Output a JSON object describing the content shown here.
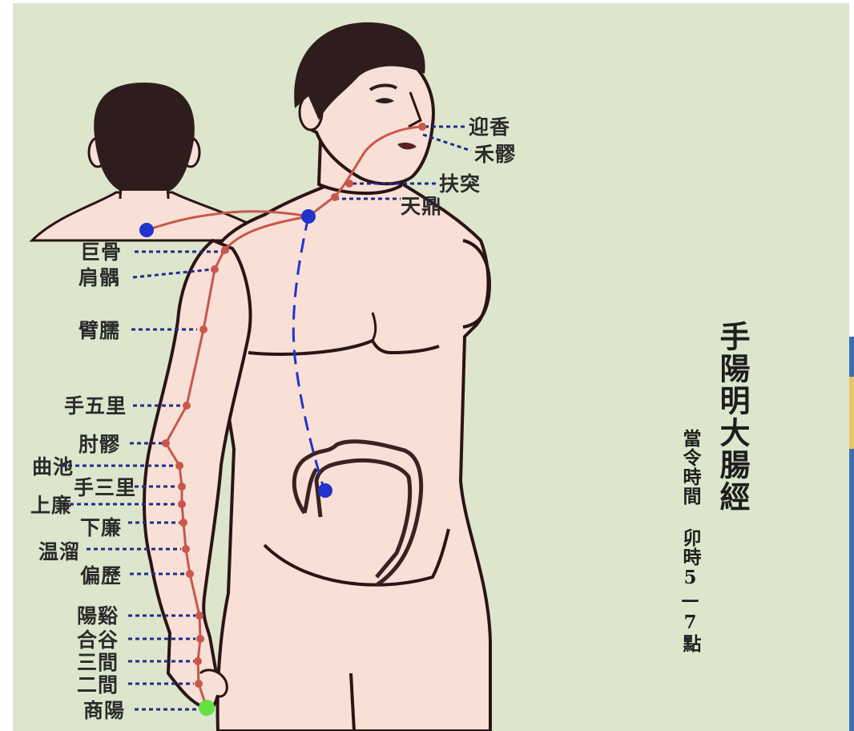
{
  "title": "手陽明大腸經",
  "subtitle": "當令時間 卯時5—7點",
  "colors": {
    "background": "#dde6cc",
    "skin": "#f8e0d6",
    "outline": "#2a1515",
    "hair": "#2d1d1d",
    "meridian": "#c9574c",
    "internal_path": "#2233cc",
    "leader_line": "#1d2c8c",
    "start_point": "#66e043",
    "frame_accent": "#3b6fb2"
  },
  "acupoints": [
    {
      "name": "迎香"
    },
    {
      "name": "禾髎"
    },
    {
      "name": "扶突"
    },
    {
      "name": "天鼎"
    },
    {
      "name": "巨骨"
    },
    {
      "name": "肩髃"
    },
    {
      "name": "臂臑"
    },
    {
      "name": "手五里"
    },
    {
      "name": "肘髎"
    },
    {
      "name": "曲池"
    },
    {
      "name": "手三里"
    },
    {
      "name": "上廉"
    },
    {
      "name": "下廉"
    },
    {
      "name": "温溜"
    },
    {
      "name": "偏歷"
    },
    {
      "name": "陽谿"
    },
    {
      "name": "合谷"
    },
    {
      "name": "三間"
    },
    {
      "name": "二間"
    },
    {
      "name": "商陽"
    }
  ]
}
